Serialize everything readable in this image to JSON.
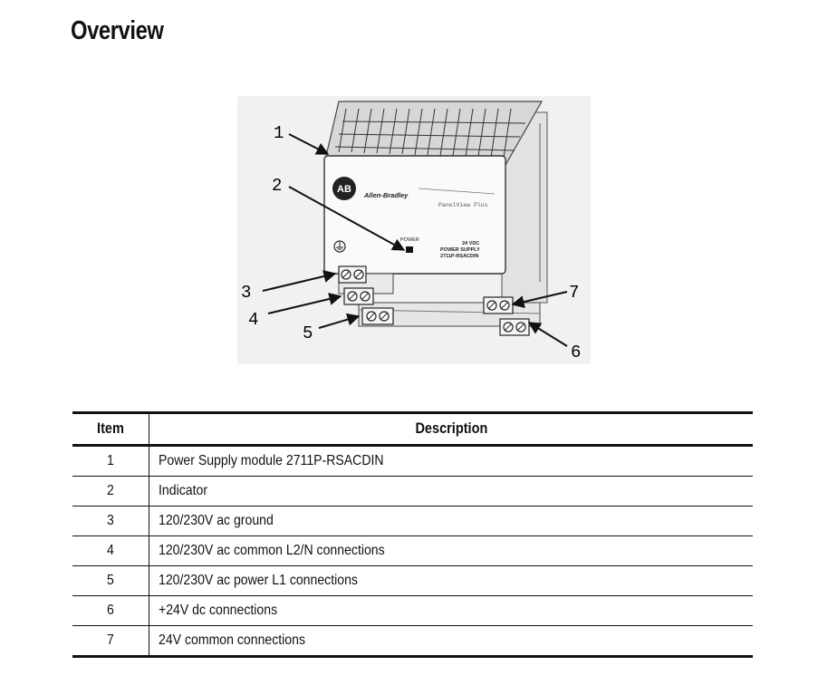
{
  "page": {
    "title": "Overview"
  },
  "figure": {
    "device": {
      "logo_text": "AB",
      "brand": "Allen-Bradley",
      "product": "PanelView Plus",
      "indicator_label": "POWER",
      "spec_line1": "24 VDC",
      "spec_line2": "POWER SUPPLY",
      "spec_line3": "2711P-RSACDIN"
    },
    "callouts": [
      "1",
      "2",
      "3",
      "4",
      "5",
      "6",
      "7"
    ]
  },
  "table": {
    "headers": {
      "item": "Item",
      "description": "Description"
    },
    "rows": [
      {
        "item": "1",
        "description": "Power Supply module 2711P-RSACDIN"
      },
      {
        "item": "2",
        "description": "Indicator"
      },
      {
        "item": "3",
        "description": "120/230V ac ground"
      },
      {
        "item": "4",
        "description": "120/230V ac common L2/N connections"
      },
      {
        "item": "5",
        "description": "120/230V ac power L1 connections"
      },
      {
        "item": "6",
        "description": "+24V dc connections"
      },
      {
        "item": "7",
        "description": "24V common connections"
      }
    ]
  }
}
